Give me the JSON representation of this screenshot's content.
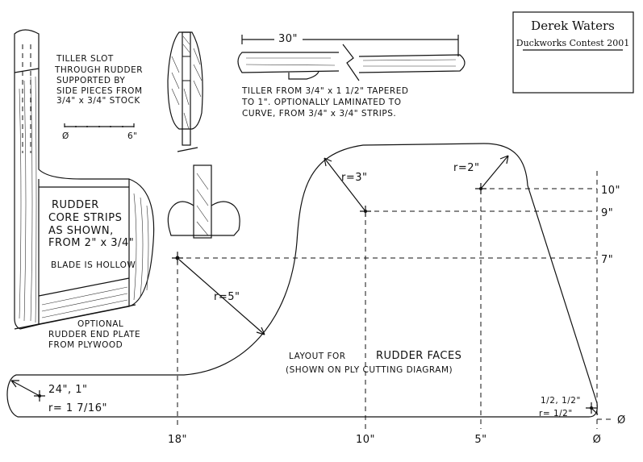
{
  "title_block": {
    "name": "Derek Waters",
    "subtitle": "Duckworks Contest 2001"
  },
  "notes": {
    "tiller_slot": [
      "TILLER SLOT",
      "THROUGH RUDDER",
      "SUPPORTED BY",
      "SIDE PIECES FROM",
      "3/4\" x 3/4\" STOCK"
    ],
    "scale_bar": {
      "start": "Ø",
      "end": "6\""
    },
    "tiller_length": "30\"",
    "tiller": [
      "TILLER FROM 3/4\" x 1 1/2\" TAPERED",
      "TO 1\". OPTIONALLY LAMINATED TO",
      "CURVE, FROM 3/4\" x 3/4\" STRIPS."
    ],
    "core": [
      "RUDDER",
      "CORE STRIPS",
      "AS SHOWN,",
      "FROM 2\" x 3/4\""
    ],
    "hollow": "BLADE IS HOLLOW",
    "end_plate": [
      "OPTIONAL",
      "RUDDER END PLATE",
      "FROM PLYWOOD"
    ],
    "layout_for": "LAYOUT FOR",
    "rudder_faces": "RUDDER FACES",
    "shown_on": "(SHOWN ON PLY CUTTING DIAGRAM)"
  },
  "layout": {
    "radii": {
      "r5": "r=5\"",
      "r3": "r=3\"",
      "r2": "r=2\""
    },
    "left_point": {
      "coord": "24\", 1\"",
      "radius": "r= 1 7/16\""
    },
    "right_point": {
      "coord": "1/2, 1/2\"",
      "radius": "r= 1/2\""
    },
    "x_labels": [
      "18\"",
      "10\"",
      "5\"",
      "Ø"
    ],
    "y_labels": [
      "10\"",
      "9\"",
      "7\"",
      "Ø"
    ]
  }
}
